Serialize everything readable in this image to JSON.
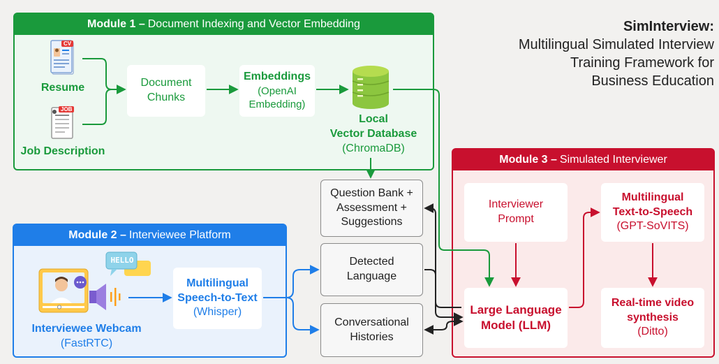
{
  "title": {
    "main": "SimInterview:",
    "line1": "Multilingual Simulated Interview",
    "line2": "Training Framework for",
    "line3": "Business Education"
  },
  "module1": {
    "prefix": "Module 1 –",
    "name": "Document Indexing and Vector Embedding",
    "cv_tag": "CV",
    "job_tag": "JOB",
    "resume": "Resume",
    "job_description": "Job Description",
    "chunks_line1": "Document",
    "chunks_line2": "Chunks",
    "emb_title": "Embeddings",
    "emb_sub1": "(OpenAI",
    "emb_sub2": "Embedding)",
    "db_line1": "Local",
    "db_line2": "Vector Database",
    "db_sub": "(ChromaDB)"
  },
  "module2": {
    "prefix": "Module 2 –",
    "name": "Interviewee Platform",
    "hello": "HELLO",
    "webcam": "Interviewee Webcam",
    "webcam_sub": "(FastRTC)",
    "stt_line1": "Multilingual",
    "stt_line2": "Speech-to-Text",
    "stt_sub": "(Whisper)"
  },
  "shared": {
    "qbank_line1": "Question Bank +",
    "qbank_line2": "Assessment +",
    "qbank_line3": "Suggestions",
    "lang_line1": "Detected",
    "lang_line2": "Language",
    "hist_line1": "Conversational",
    "hist_line2": "Histories"
  },
  "module3": {
    "prefix": "Module 3 –",
    "name": "Simulated Interviewer",
    "prompt_line1": "Interviewer",
    "prompt_line2": "Prompt",
    "tts_line1": "Multilingual",
    "tts_line2": "Text-to-Speech",
    "tts_sub": "(GPT-SoVITS)",
    "llm_line1": "Large Language",
    "llm_line2": "Model (LLM)",
    "video_line1": "Real-time video",
    "video_line2": "synthesis",
    "video_sub": "(Ditto)"
  },
  "colors": {
    "green": "#1a9a3c",
    "green_bg": "#eef8f1",
    "blue": "#1f7ee8",
    "blue_bg": "#eaf2fc",
    "red": "#c8102e",
    "red_bg": "#fbeaea",
    "gray": "#8a8a8a"
  }
}
